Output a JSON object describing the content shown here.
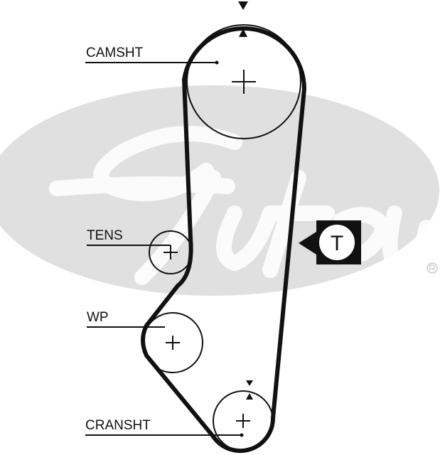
{
  "logo": {
    "text": "Gates",
    "registered": "®",
    "color": "#e0e0e0"
  },
  "labels": {
    "camshaft": "CAMSHT",
    "tensioner": "TENS",
    "water_pump": "WP",
    "crankshaft": "CRANSHT"
  },
  "tensioner_badge": {
    "letter": "T"
  },
  "colors": {
    "belt": "#111111",
    "logo_background": "#e0e0e0"
  }
}
